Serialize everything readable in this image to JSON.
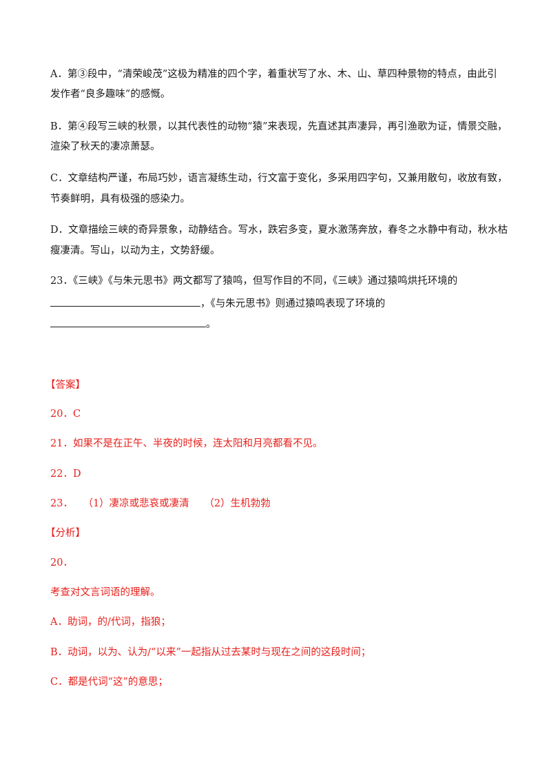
{
  "options": {
    "A": [
      "A．第③段中，“清荣峻茂”这极为精准的四个字，着重状写了水、木、山、草四种景物的特点，由此引",
      "发作者“良多趣味”的感慨。"
    ],
    "B": [
      "B．第④段写三峡的秋景，以其代表性的动物“猿”来表现，先直述其声凄异，再引渔歌为证，情景交融，",
      "渲染了秋天的凄凉萧瑟。"
    ],
    "C": [
      "C．文章结构严谨，布局巧妙，语言凝练生动，行文富于变化，多采用四字句，又兼用散句，收放有致，",
      "节奏鲜明，具有极强的感染力。"
    ],
    "D": [
      "D．文章描绘三峡的奇异景象，动静结合。写水，跌宕多变，夏水激荡奔放，春冬之水静中有动，秋水枯",
      "瘦凄清。写山，以动为主，文势舒缓。"
    ]
  },
  "q23": {
    "line1": "23．《三峡》《与朱元思书》两文都写了猿鸣，但写作目的不同，《三峡》通过猿鸣烘托环境的",
    "line2_after": "，《与朱元思书》则通过猿鸣表现了环境的",
    "line3_after": "。"
  },
  "answer": {
    "heading": "【答案】",
    "a20": "20．C",
    "a21": "21．如果不是在正午、半夜的时候，连太阳和月亮都看不见。",
    "a22": "22．D",
    "a23": "23．　　（1）凄凉或悲哀或凄清　　（2）生机勃勃"
  },
  "analysis": {
    "heading": "【分析】",
    "n20": "20．",
    "intro": "考查对文言词语的理解。",
    "A": "A．助词，的/代词，指狼；",
    "B": "B．动词，以为、认为/“以来”一起指从过去某时与现在之间的这段时间；",
    "C": "C．都是代词“这”的意思；"
  }
}
